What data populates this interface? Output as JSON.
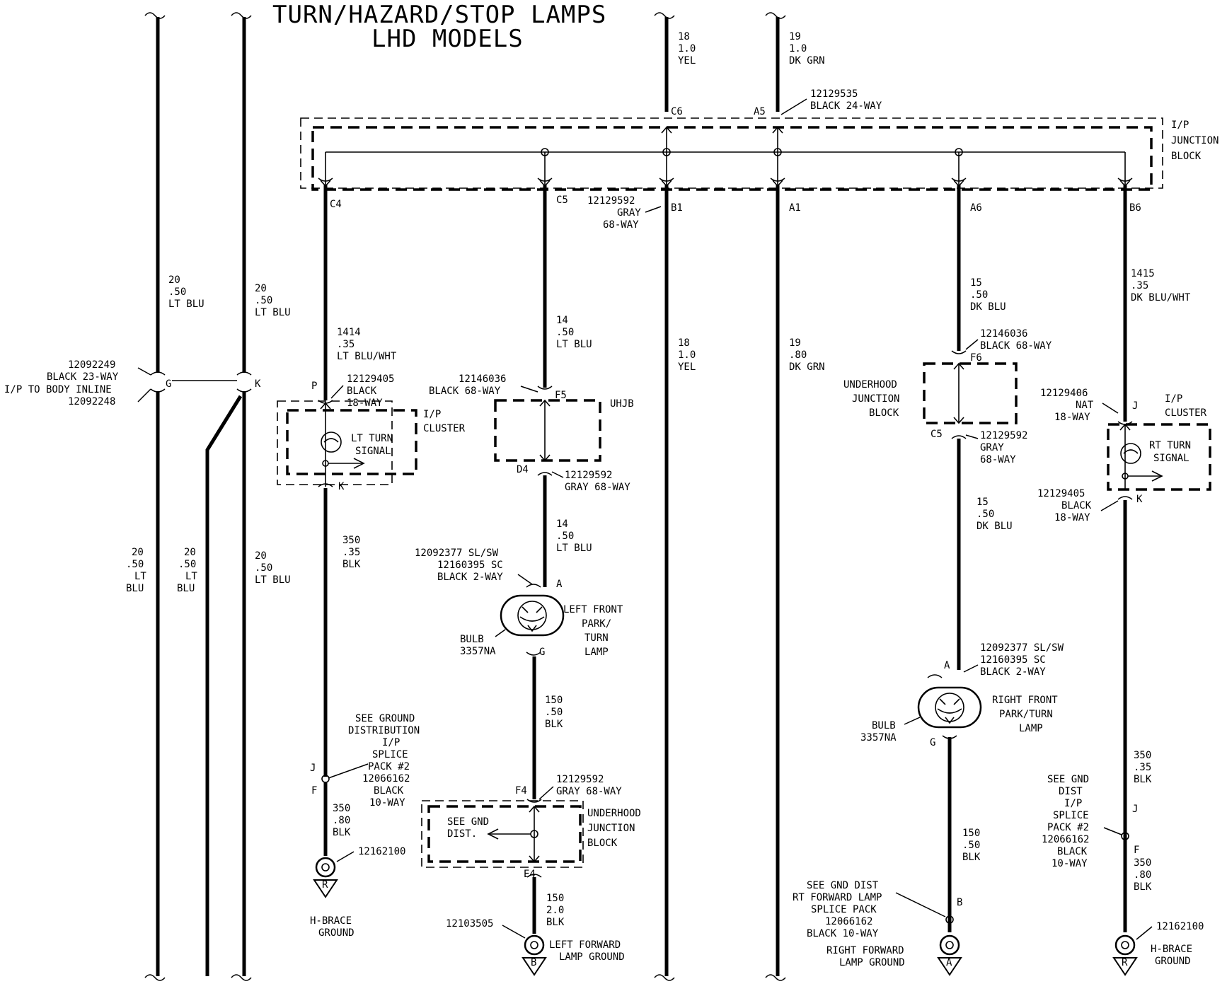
{
  "title": {
    "line1": "TURN/HAZARD/STOP LAMPS",
    "line2": "LHD MODELS"
  },
  "wire_labels": {
    "top_18": [
      "18",
      "1.0",
      "YEL"
    ],
    "top_19": [
      "19",
      "1.0",
      "DK GRN"
    ],
    "w20_a": [
      "20",
      ".50",
      "LT BLU"
    ],
    "w20_b": [
      "20",
      ".50",
      "LT BLU"
    ],
    "w20_c": [
      "20",
      ".50",
      "LT",
      "BLU"
    ],
    "w20_d": [
      "20",
      ".50",
      "LT",
      "BLU"
    ],
    "w20_e": [
      "20",
      ".50",
      "LT BLU"
    ],
    "w1414": [
      "1414",
      ".35",
      "LT BLU/WHT"
    ],
    "w14_top": [
      "14",
      ".50",
      "LT BLU"
    ],
    "w18_mid": [
      "18",
      "1.0",
      "YEL"
    ],
    "w19_mid": [
      "19",
      ".80",
      "DK GRN"
    ],
    "w15_top": [
      "15",
      ".50",
      "DK BLU"
    ],
    "w1415": [
      "1415",
      ".35",
      "DK BLU/WHT"
    ],
    "w350_left": [
      "350",
      ".35",
      "BLK"
    ],
    "w14_bot": [
      "14",
      ".50",
      "LT BLU"
    ],
    "w15_bot": [
      "15",
      ".50",
      "DK BLU"
    ],
    "w150_mid": [
      "150",
      ".50",
      "BLK"
    ],
    "w350_80_left": [
      "350",
      ".80",
      "BLK"
    ],
    "w150_20": [
      "150",
      "2.0",
      "BLK"
    ],
    "w150_right": [
      "150",
      ".50",
      "BLK"
    ],
    "w350_right": [
      "350",
      ".35",
      "BLK"
    ],
    "w350_80_right": [
      "350",
      ".80",
      "BLK"
    ]
  },
  "connectors": {
    "c24": [
      "12129535",
      "BLACK 24-WAY"
    ],
    "c68_gray_top": [
      "12129592",
      "GRAY",
      "68-WAY"
    ],
    "inline_23": [
      "12092249",
      "BLACK 23-WAY",
      "I/P TO BODY INLINE",
      "12092248"
    ],
    "ip_left_18": [
      "12129405",
      "BLACK",
      "18-WAY"
    ],
    "uhjb_top": [
      "12146036",
      "BLACK 68-WAY"
    ],
    "uhjb_bot": [
      "12129592",
      "GRAY 68-WAY"
    ],
    "uhjb_right_top": [
      "12146036",
      "BLACK 68-WAY"
    ],
    "uhjb_right_bot": [
      "12129592",
      "GRAY",
      "68-WAY"
    ],
    "ip_right_nat": [
      "12129406",
      "NAT",
      "18-WAY"
    ],
    "ip_right_blk": [
      "12129405",
      "BLACK",
      "18-WAY"
    ],
    "lamp_left_conn": [
      "12092377 SL/SW",
      "12160395 SC",
      "BLACK 2-WAY"
    ],
    "lamp_right_conn": [
      "12092377 SL/SW",
      "12160395 SC",
      "BLACK 2-WAY"
    ],
    "uhjb_lower": [
      "12129592",
      "GRAY 68-WAY"
    ],
    "ground_eyelet_left": "12162100",
    "ground_eyelet_mid": "12103505",
    "ground_eyelet_right": "12162100"
  },
  "pins": {
    "C6": "C6",
    "A5": "A5",
    "C4": "C4",
    "C5": "C5",
    "B1": "B1",
    "A1": "A1",
    "A6": "A6",
    "B6": "B6",
    "G": "G",
    "K": "K",
    "P": "P",
    "K2": "K",
    "F5": "F5",
    "D4": "D4",
    "F6": "F6",
    "C5b": "C5",
    "J": "J",
    "K3": "K",
    "A": "A",
    "G2": "G",
    "A2": "A",
    "G3": "G",
    "J2": "J",
    "F": "F",
    "F4": "F4",
    "E4": "E4",
    "B": "B",
    "J3": "J",
    "F2": "F"
  },
  "components": {
    "ip_junction_block": [
      "I/P",
      "JUNCTION",
      "BLOCK"
    ],
    "ip_cluster_left": [
      "I/P",
      "CLUSTER"
    ],
    "lt_turn_signal": [
      "LT TURN",
      "SIGNAL"
    ],
    "uhjb": "UHJB",
    "underhood_jb_right": [
      "UNDERHOOD",
      "JUNCTION",
      "BLOCK"
    ],
    "ip_cluster_right": [
      "I/P",
      "CLUSTER"
    ],
    "rt_turn_signal": [
      "RT TURN",
      "SIGNAL"
    ],
    "left_front_lamp": [
      "LEFT FRONT",
      "PARK/",
      "TURN",
      "LAMP"
    ],
    "bulb_left": [
      "BULB",
      "3357NA"
    ],
    "right_front_lamp": [
      "RIGHT FRONT",
      "PARK/TURN",
      "LAMP"
    ],
    "bulb_right": [
      "BULB",
      "3357NA"
    ],
    "see_ground_dist": [
      "SEE GROUND",
      "DISTRIBUTION",
      "I/P",
      "SPLICE",
      "PACK #2",
      "12066162",
      "BLACK",
      "10-WAY"
    ],
    "see_gnd_dist_box": [
      "SEE GND",
      "DIST."
    ],
    "underhood_jb_lower": [
      "UNDERHOOD",
      "JUNCTION",
      "BLOCK"
    ],
    "see_gnd_dist_right": [
      "SEE GND DIST",
      "RT FORWARD LAMP",
      "SPLICE PACK",
      "12066162",
      "BLACK 10-WAY"
    ],
    "see_gnd_dist_far_right": [
      "SEE GND",
      "DIST",
      "I/P",
      "SPLICE",
      "PACK #2",
      "12066162",
      "BLACK",
      "10-WAY"
    ],
    "h_brace_ground_left": [
      "H-BRACE",
      "GROUND"
    ],
    "left_forward_lamp_ground": [
      "LEFT FORWARD",
      "LAMP GROUND"
    ],
    "right_forward_lamp_ground": [
      "RIGHT FORWARD",
      "LAMP GROUND"
    ],
    "h_brace_ground_right": [
      "H-BRACE",
      "GROUND"
    ],
    "ground_letter": "R",
    "ground_letter_b": "B",
    "ground_letter_a": "A"
  }
}
